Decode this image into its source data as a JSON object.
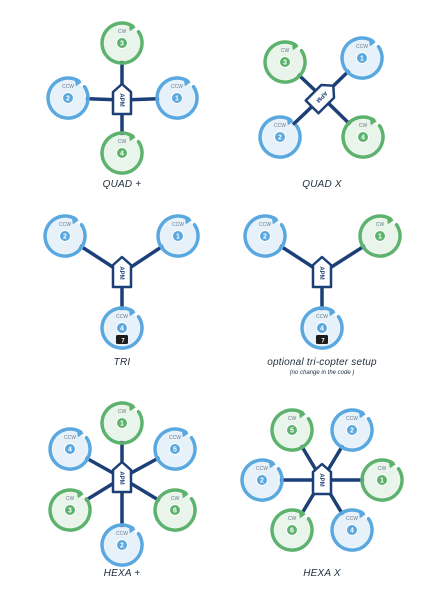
{
  "colors": {
    "frame": "#1c3f78",
    "cw": "#5db36e",
    "ccw": "#5aa8e0",
    "cw_fill": "#e9f4ea",
    "ccw_fill": "#e6f1fa",
    "label": "#6a7b8c"
  },
  "controller_label": "APM",
  "direction_labels": {
    "cw": "CW",
    "ccw": "CCW"
  },
  "diagrams": [
    {
      "id": "quad-plus",
      "caption": "QUAD +",
      "motors": [
        {
          "number": "3",
          "dir": "cw"
        },
        {
          "number": "2",
          "dir": "ccw"
        },
        {
          "number": "1",
          "dir": "ccw"
        },
        {
          "number": "4",
          "dir": "cw"
        }
      ]
    },
    {
      "id": "quad-x",
      "caption": "QUAD X",
      "motors": [
        {
          "number": "3",
          "dir": "cw"
        },
        {
          "number": "1",
          "dir": "ccw"
        },
        {
          "number": "2",
          "dir": "ccw"
        },
        {
          "number": "4",
          "dir": "cw"
        }
      ]
    },
    {
      "id": "tri",
      "caption": "TRI",
      "motors": [
        {
          "number": "2",
          "dir": "ccw"
        },
        {
          "number": "1",
          "dir": "ccw"
        },
        {
          "number": "4",
          "dir": "ccw"
        }
      ],
      "servo": "7"
    },
    {
      "id": "tri-optional",
      "caption": "optional tri-copter setup",
      "subcaption": "(no change in the code )",
      "motors": [
        {
          "number": "2",
          "dir": "ccw"
        },
        {
          "number": "1",
          "dir": "cw"
        },
        {
          "number": "4",
          "dir": "ccw"
        }
      ],
      "servo": "7"
    },
    {
      "id": "hexa-plus",
      "caption": "HEXA +",
      "motors": [
        {
          "number": "1",
          "dir": "cw"
        },
        {
          "number": "5",
          "dir": "ccw"
        },
        {
          "number": "4",
          "dir": "ccw"
        },
        {
          "number": "3",
          "dir": "cw"
        },
        {
          "number": "6",
          "dir": "cw"
        },
        {
          "number": "2",
          "dir": "ccw"
        }
      ]
    },
    {
      "id": "hexa-x",
      "caption": "HEXA X",
      "motors": [
        {
          "number": "5",
          "dir": "cw"
        },
        {
          "number": "2",
          "dir": "ccw"
        },
        {
          "number": "2",
          "dir": "ccw"
        },
        {
          "number": "1",
          "dir": "cw"
        },
        {
          "number": "6",
          "dir": "cw"
        },
        {
          "number": "4",
          "dir": "ccw"
        }
      ]
    }
  ]
}
